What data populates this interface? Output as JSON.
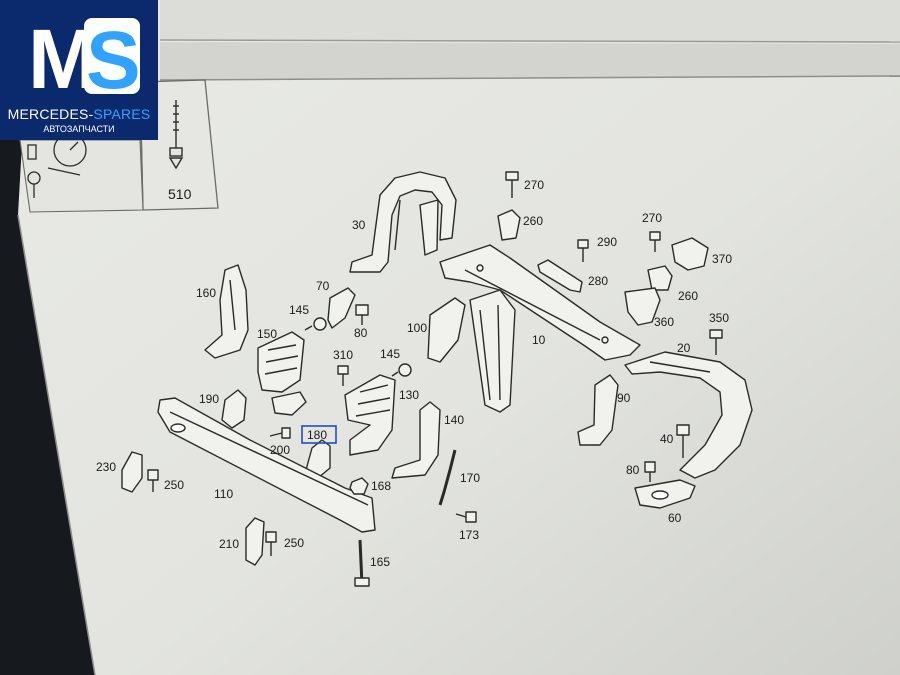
{
  "logo": {
    "letters_left": "M",
    "letters_right": "S",
    "brand_main": "MERCEDES-",
    "brand_accent": "SPARES",
    "subtitle": "АВТОЗАПЧАСТИ"
  },
  "thumbnail": {
    "part_label": "510"
  },
  "highlighted_part": "180",
  "parts": [
    {
      "id": "p270a",
      "label": "270"
    },
    {
      "id": "p260a",
      "label": "260"
    },
    {
      "id": "p30",
      "label": "30"
    },
    {
      "id": "p270b",
      "label": "270"
    },
    {
      "id": "p290",
      "label": "290"
    },
    {
      "id": "p370",
      "label": "370"
    },
    {
      "id": "p280",
      "label": "280"
    },
    {
      "id": "p260b",
      "label": "260"
    },
    {
      "id": "p160",
      "label": "160"
    },
    {
      "id": "p70",
      "label": "70"
    },
    {
      "id": "p145a",
      "label": "145"
    },
    {
      "id": "p80a",
      "label": "80"
    },
    {
      "id": "p360",
      "label": "360"
    },
    {
      "id": "p350",
      "label": "350"
    },
    {
      "id": "p150",
      "label": "150"
    },
    {
      "id": "p100",
      "label": "100"
    },
    {
      "id": "p10",
      "label": "10"
    },
    {
      "id": "p20",
      "label": "20"
    },
    {
      "id": "p310",
      "label": "310"
    },
    {
      "id": "p145b",
      "label": "145"
    },
    {
      "id": "p190",
      "label": "190"
    },
    {
      "id": "p130",
      "label": "130"
    },
    {
      "id": "p90",
      "label": "90"
    },
    {
      "id": "p140",
      "label": "140"
    },
    {
      "id": "p200",
      "label": "200"
    },
    {
      "id": "p40",
      "label": "40"
    },
    {
      "id": "p230",
      "label": "230"
    },
    {
      "id": "p170",
      "label": "170"
    },
    {
      "id": "p80b",
      "label": "80"
    },
    {
      "id": "p250a",
      "label": "250"
    },
    {
      "id": "p168",
      "label": "168"
    },
    {
      "id": "p110",
      "label": "110"
    },
    {
      "id": "p60",
      "label": "60"
    },
    {
      "id": "p173",
      "label": "173"
    },
    {
      "id": "p210",
      "label": "210"
    },
    {
      "id": "p250b",
      "label": "250"
    },
    {
      "id": "p165",
      "label": "165"
    }
  ]
}
